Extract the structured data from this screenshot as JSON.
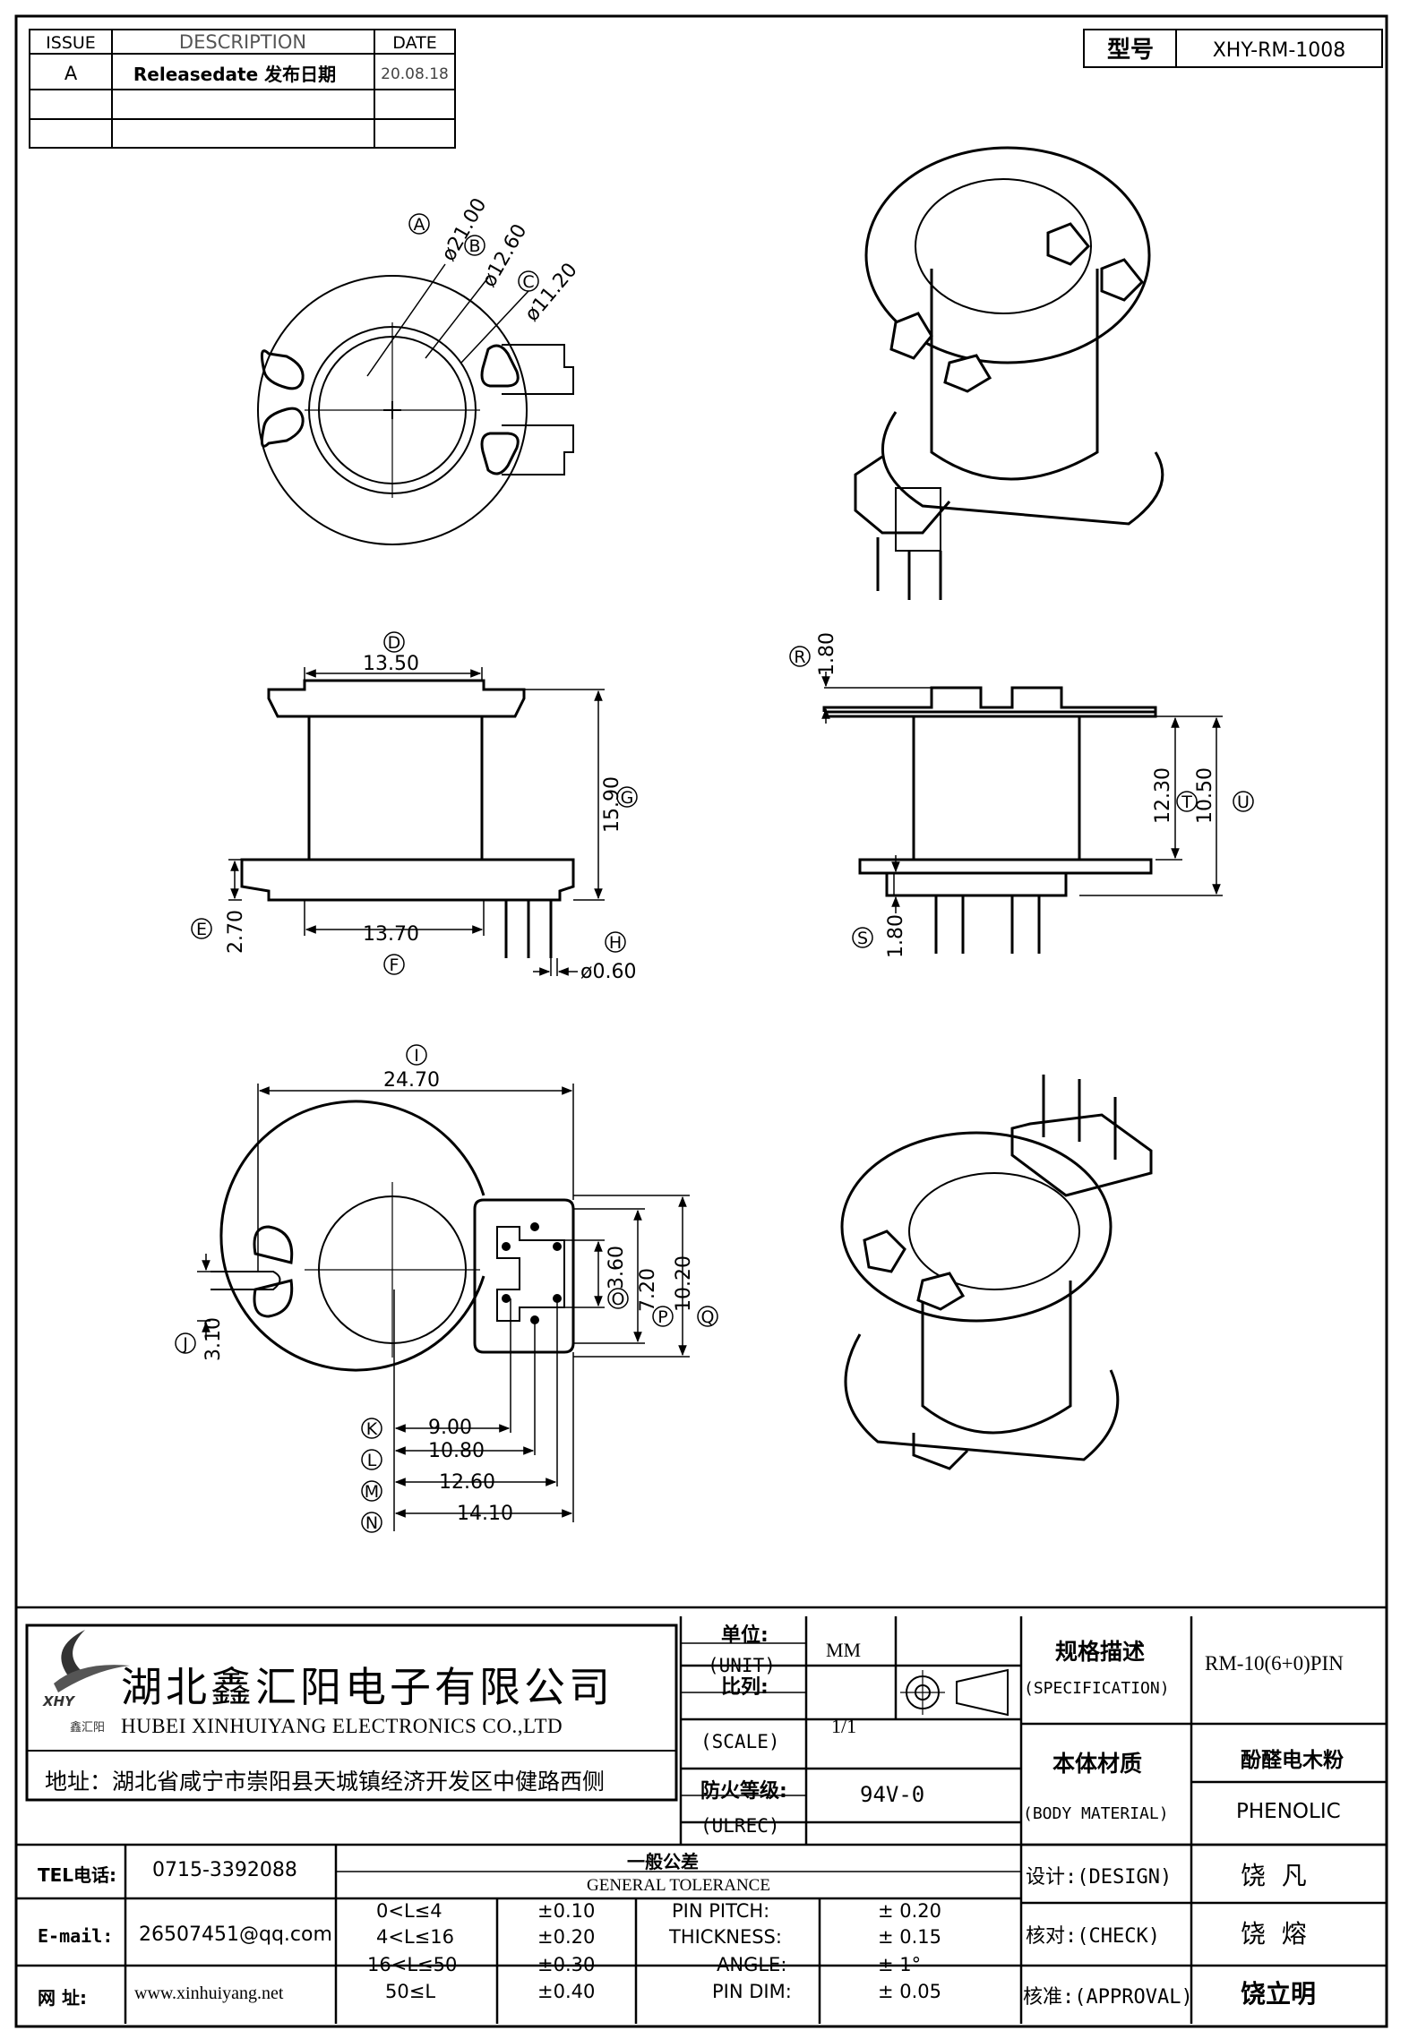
{
  "revision_table": {
    "headers": [
      "ISSUE",
      "DESCRIPTION",
      "DATE"
    ],
    "rows": [
      {
        "issue": "A",
        "description": "Releasedate 发布日期",
        "date": "20.08.18"
      },
      {
        "issue": "",
        "description": "",
        "date": ""
      },
      {
        "issue": "",
        "description": "",
        "date": ""
      }
    ]
  },
  "model": {
    "label": "型号",
    "value": "XHY-RM-1008"
  },
  "top_view": {
    "callouts": [
      {
        "letter": "A",
        "value": "ø21.00"
      },
      {
        "letter": "B",
        "value": "ø12.60"
      },
      {
        "letter": "C",
        "value": "ø11.20"
      }
    ]
  },
  "front_view": {
    "dims": [
      {
        "letter": "D",
        "value": "13.50"
      },
      {
        "letter": "G",
        "value": "15.90"
      },
      {
        "letter": "E",
        "value": "2.70"
      },
      {
        "letter": "F",
        "value": "13.70"
      },
      {
        "letter": "H",
        "value": "ø0.60"
      }
    ]
  },
  "side_view": {
    "dims": [
      {
        "letter": "R",
        "value": "1.80"
      },
      {
        "letter": "T",
        "value": "12.30"
      },
      {
        "letter": "U",
        "value": "10.50"
      },
      {
        "letter": "S",
        "value": "1.80"
      }
    ]
  },
  "bottom_view": {
    "dims": [
      {
        "letter": "I",
        "value": "24.70"
      },
      {
        "letter": "O",
        "value": "3.60"
      },
      {
        "letter": "P",
        "value": "7.20"
      },
      {
        "letter": "Q",
        "value": "10.20"
      },
      {
        "letter": "J",
        "value": "3.10"
      },
      {
        "letter": "K",
        "value": "9.00"
      },
      {
        "letter": "L",
        "value": "10.80"
      },
      {
        "letter": "M",
        "value": "12.60"
      },
      {
        "letter": "N",
        "value": "14.10"
      }
    ]
  },
  "company": {
    "name_cn": "湖北鑫汇阳电子有限公司",
    "name_en": "HUBEI XINHUIYANG ELECTRONICS CO.,LTD",
    "address": "地址：湖北省咸宁市崇阳县天城镇经济开发区中健路西侧",
    "logo_text": "XHY 鑫汇阳"
  },
  "title_block": {
    "unit_label": "单位:",
    "unit_label_en": "(UNIT)",
    "unit_value": "MM",
    "scale_label": "比列:",
    "scale_label_en": "(SCALE)",
    "scale_value": "1/1",
    "ulrec_label": "防火等级:",
    "ulrec_label_en": "(ULREC)",
    "ulrec_value": "94V-0",
    "spec_label": "规格描述",
    "spec_label_en": "(SPECIFICATION)",
    "spec_value": "RM-10(6+0)PIN",
    "material_label": "本体材质",
    "material_label_en": "(BODY MATERIAL)",
    "material_value_cn": "酚醛电木粉",
    "material_value_en": "PHENOLIC"
  },
  "contact": {
    "tel_label": "TEL电话:",
    "tel": "0715-3392088",
    "email_label": "E-mail:",
    "email": "26507451@qq.com",
    "web_label": "网  址:",
    "web": "www.xinhuiyang.net"
  },
  "tolerance": {
    "title_cn": "一般公差",
    "title_en": "GENERAL TOLERANCE",
    "rows": [
      {
        "range": "0<L≤4",
        "tol": "±0.10",
        "item": "PIN PITCH:",
        "val": "± 0.20"
      },
      {
        "range": "4<L≤16",
        "tol": "±0.20",
        "item": "THICKNESS:",
        "val": "± 0.15"
      },
      {
        "range": "16<L≤50",
        "tol": "±0.30",
        "item": "ANGLE:",
        "val": "± 1°"
      },
      {
        "range": "50≤L",
        "tol": "±0.40",
        "item": "PIN DIM:",
        "val": "± 0.05"
      }
    ]
  },
  "signoff": {
    "design_label": "设计:(DESIGN)",
    "design_name": "饶  凡",
    "check_label": "核对:(CHECK)",
    "check_name": "饶  熔",
    "approval_label": "核准:(APPROVAL)",
    "approval_name": "饶立明"
  }
}
